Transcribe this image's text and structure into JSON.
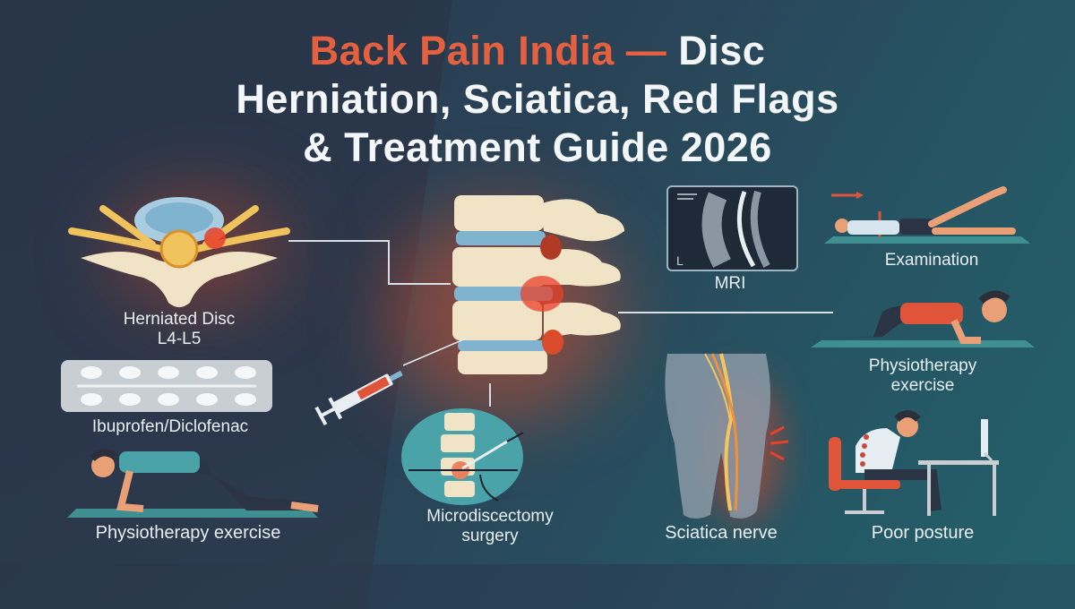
{
  "title": {
    "accent": "Back Pain India —",
    "line1_rest": " Disc",
    "line2": "Herniation, Sciatica, Red Flags",
    "line3": "&  Treatment Guide 2026"
  },
  "labels": {
    "herniated_disc": "Herniated Disc",
    "herniated_level": "L4-L5",
    "medication": "Ibuprofen/Diclofenac",
    "physio_left": "Physiotherapy exercise",
    "surgery_line1": "Microdiscectomy",
    "surgery_line2": "surgery",
    "sciatica": "Sciatica nerve",
    "posture": "Poor posture",
    "mri": "MRI",
    "mri_marker": "L",
    "examination": "Examination",
    "physio_right_line1": "Physiotherapy",
    "physio_right_line2": "exercise"
  },
  "colors": {
    "accent": "#e5603f",
    "text": "#f4f7f9",
    "bone": "#f1e3c6",
    "disc": "#7fb3cf",
    "pain": "#e8402a",
    "mat": "#3f8f92",
    "teal": "#4aa3a8"
  }
}
